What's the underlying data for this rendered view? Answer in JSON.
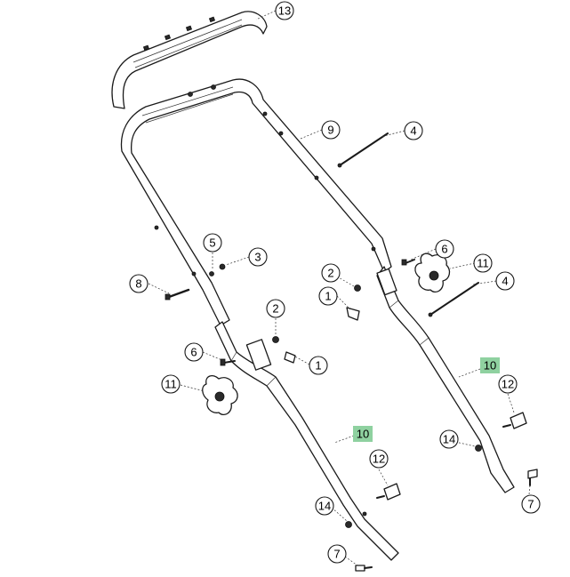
{
  "highlight_color": "#8fd1a0",
  "callouts": [
    {
      "id": "c13",
      "label": "13",
      "highlighted": false
    },
    {
      "id": "c9",
      "label": "9",
      "highlighted": false
    },
    {
      "id": "c4a",
      "label": "4",
      "highlighted": false
    },
    {
      "id": "c6a",
      "label": "6",
      "highlighted": false
    },
    {
      "id": "c11a",
      "label": "11",
      "highlighted": false
    },
    {
      "id": "c5",
      "label": "5",
      "highlighted": false
    },
    {
      "id": "c3",
      "label": "3",
      "highlighted": false
    },
    {
      "id": "c2a",
      "label": "2",
      "highlighted": false
    },
    {
      "id": "c4b",
      "label": "4",
      "highlighted": false
    },
    {
      "id": "c8",
      "label": "8",
      "highlighted": false
    },
    {
      "id": "c1a",
      "label": "1",
      "highlighted": false
    },
    {
      "id": "c2b",
      "label": "2",
      "highlighted": false
    },
    {
      "id": "c10a",
      "label": "10",
      "highlighted": true
    },
    {
      "id": "c6b",
      "label": "6",
      "highlighted": false
    },
    {
      "id": "c1b",
      "label": "1",
      "highlighted": false
    },
    {
      "id": "c12a",
      "label": "12",
      "highlighted": false
    },
    {
      "id": "c11b",
      "label": "11",
      "highlighted": false
    },
    {
      "id": "c14a",
      "label": "14",
      "highlighted": false
    },
    {
      "id": "c10b",
      "label": "10",
      "highlighted": true
    },
    {
      "id": "c12b",
      "label": "12",
      "highlighted": false
    },
    {
      "id": "c7a",
      "label": "7",
      "highlighted": false
    },
    {
      "id": "c14b",
      "label": "14",
      "highlighted": false
    },
    {
      "id": "c7b",
      "label": "7",
      "highlighted": false
    }
  ]
}
